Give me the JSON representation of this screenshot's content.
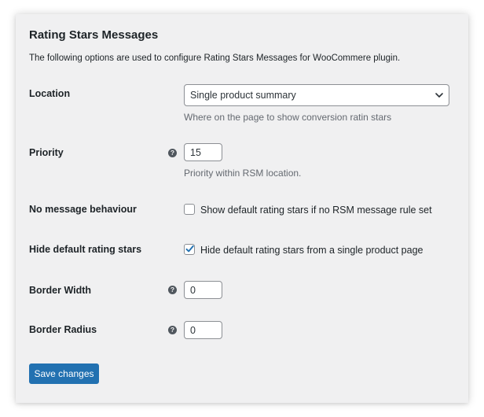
{
  "section": {
    "title": "Rating Stars Messages",
    "description": "The following options are used to configure Rating Stars Messages for WooCommere plugin."
  },
  "location": {
    "label": "Location",
    "selected": "Single product summary",
    "hint": "Where on the page to show conversion ratin stars"
  },
  "priority": {
    "label": "Priority",
    "value": "15",
    "hint": "Priority within RSM location."
  },
  "no_message": {
    "label": "No message behaviour",
    "checkbox_label": "Show default rating stars if no RSM message rule set",
    "checked": false
  },
  "hide_default": {
    "label": "Hide default rating stars",
    "checkbox_label": "Hide default rating stars from a single product page",
    "checked": true
  },
  "border_width": {
    "label": "Border Width",
    "value": "0"
  },
  "border_radius": {
    "label": "Border Radius",
    "value": "0"
  },
  "help_icon_glyph": "?",
  "save_label": "Save changes",
  "colors": {
    "accent": "#2271b1",
    "panel_bg": "#f0f0f1",
    "text": "#1d2327",
    "hint_text": "#646970"
  },
  "icons": {
    "help": "question-circle-icon",
    "dropdown": "chevron-down-icon",
    "check": "checkmark-icon"
  }
}
